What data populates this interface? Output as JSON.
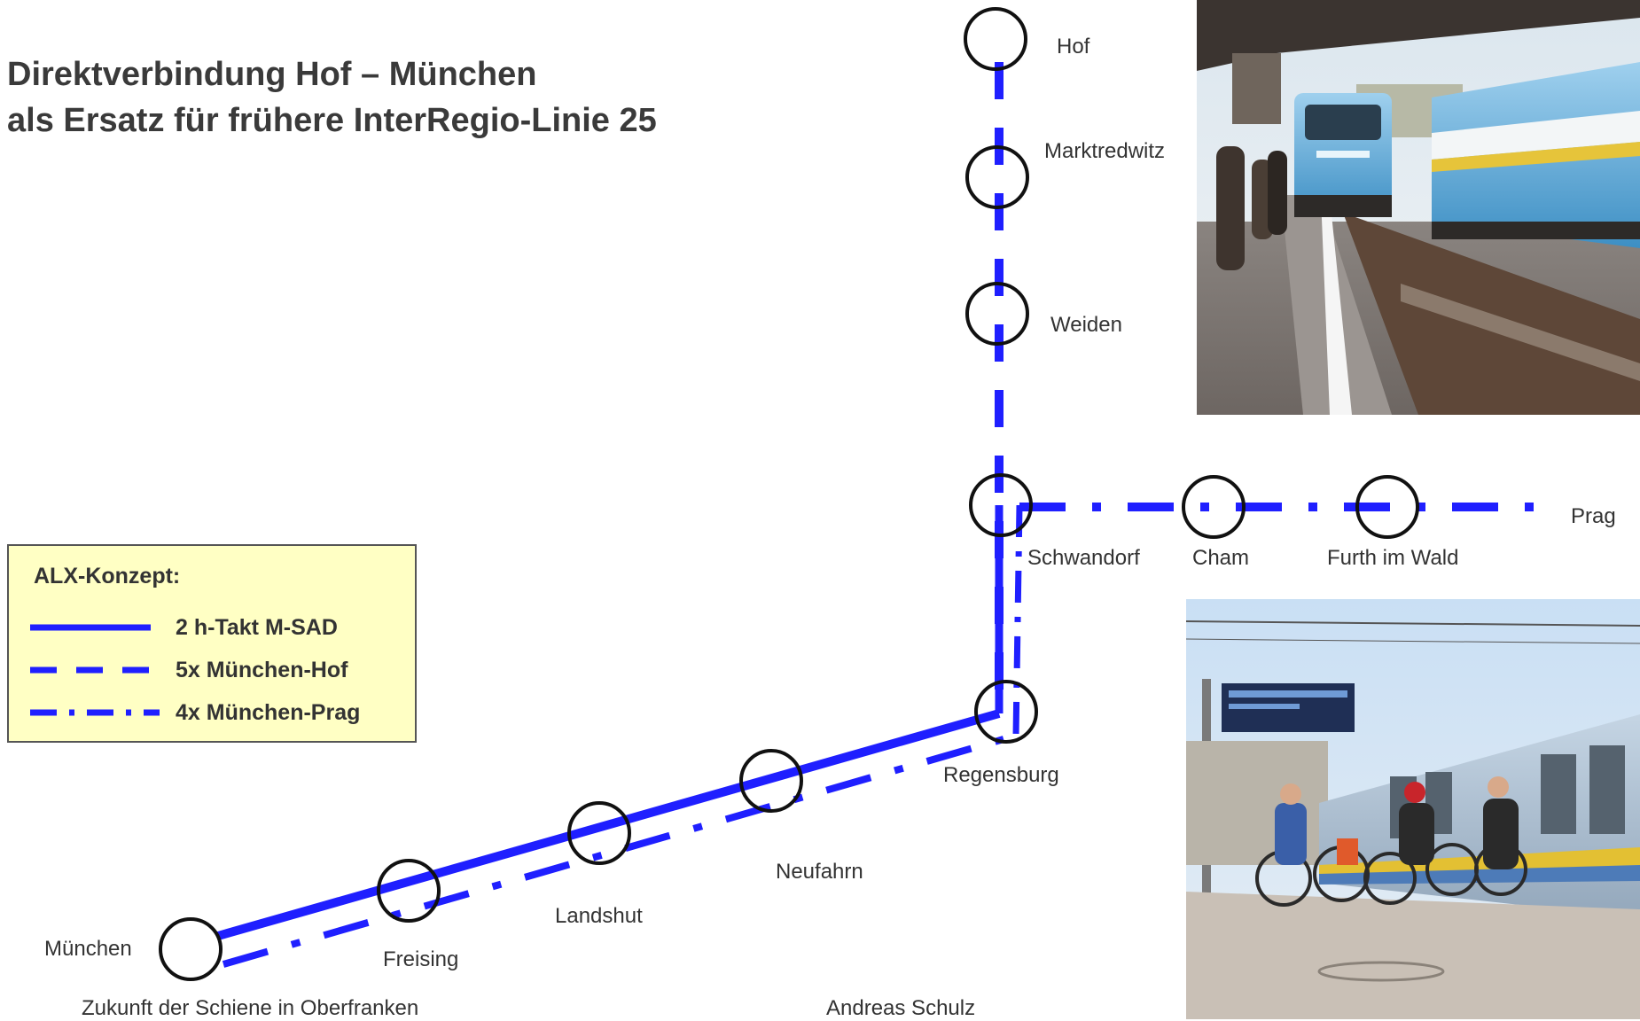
{
  "title": {
    "line1": "Direktverbindung Hof – München",
    "line2": "als Ersatz für frühere InterRegio-Linie 25"
  },
  "stations": {
    "hof": "Hof",
    "marktredwitz": "Marktredwitz",
    "weiden": "Weiden",
    "schwandorf": "Schwandorf",
    "cham": "Cham",
    "furth": "Furth im Wald",
    "prag": "Prag",
    "regensburg": "Regensburg",
    "neufahrn": "Neufahrn",
    "landshut": "Landshut",
    "freising": "Freising",
    "muenchen": "München"
  },
  "legend": {
    "title": "ALX-Konzept:",
    "items": [
      {
        "label": "2 h-Takt M-SAD",
        "style": "solid"
      },
      {
        "label": "5x München-Hof",
        "style": "dashed"
      },
      {
        "label": "4x München-Prag",
        "style": "dash-dot"
      }
    ]
  },
  "footer": {
    "left": "Zukunft der Schiene in Oberfranken",
    "right": "Andreas Schulz"
  },
  "colors": {
    "line": "#1f1fff",
    "legend_bg": "#ffffc4",
    "text": "#333333"
  }
}
